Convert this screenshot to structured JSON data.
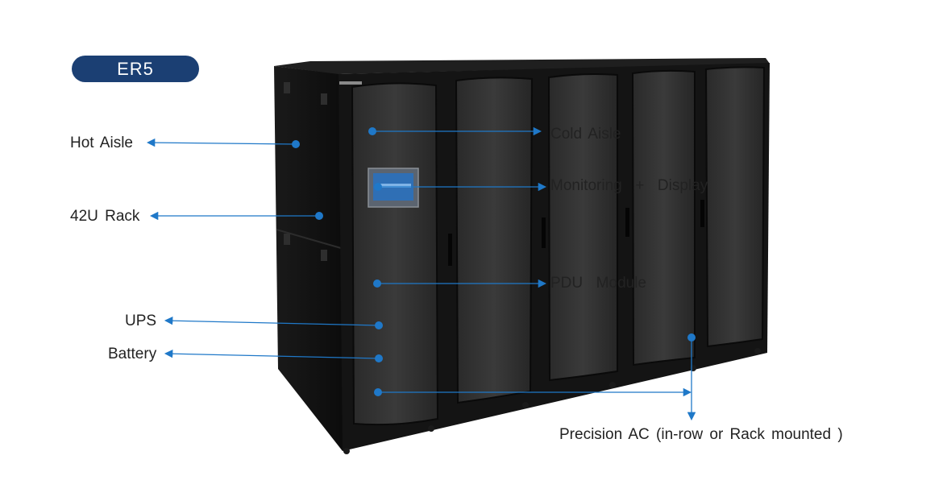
{
  "badge": {
    "text": "ER5"
  },
  "labels": {
    "hot_aisle": "Hot Aisle",
    "rack_42u": "42U Rack",
    "ups": "UPS",
    "battery": "Battery",
    "cold_aisle": "Cold Aisle",
    "monitoring": "Monitoring  +  Display",
    "pdu": "PDU  Module",
    "precision_ac": "Precision AC (in-row or Rack mounted )"
  },
  "colors": {
    "badge": "#1b3f73",
    "arrow": "#1f78c8",
    "cabinet": "#141414"
  }
}
